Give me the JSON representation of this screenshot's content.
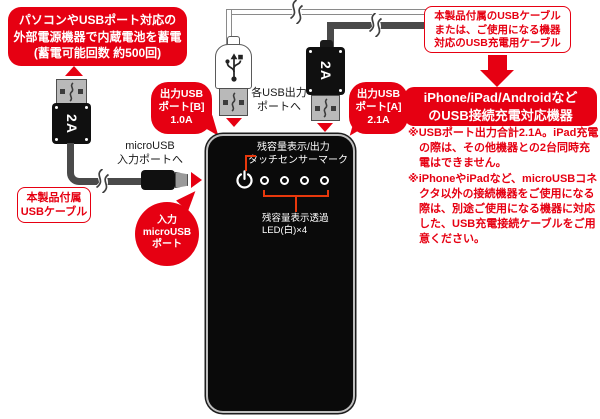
{
  "palette": {
    "red": "#e60012",
    "bracket_red": "#e8380c",
    "cable_gray": "#4a4a4a",
    "device_black": "#0a0a0a"
  },
  "charge_bubble": {
    "lines": [
      "パソコンやUSBポート対応の",
      "外部電源機器で内蔵電池を蓄電",
      "(蓄電可能回数 約500回)"
    ]
  },
  "plugs": {
    "amp_label": "2A"
  },
  "labels": {
    "included_cable": [
      "本製品付属",
      "USBケーブル"
    ],
    "microusb_to": [
      "microUSB",
      "入力ポートへ"
    ],
    "each_usb_to": [
      "各USB出力",
      "ポートへ"
    ]
  },
  "bubbles": {
    "port_b": [
      "出力USB",
      "ポート[B]",
      "1.0A"
    ],
    "port_a": [
      "出力USB",
      "ポート[A]",
      "2.1A"
    ],
    "input_micro": [
      "入力",
      "microUSB",
      "ポート"
    ]
  },
  "device": {
    "sensor_label": [
      "残容量表示/出力",
      "タッチセンサーマーク"
    ],
    "led_label": [
      "残容量表示透過",
      "LED(白)×4"
    ],
    "led_count": 4
  },
  "right_column": {
    "cable_note": [
      "本製品付属のUSBケーブル",
      "または、ご使用になる機器",
      "対応のUSB充電用ケーブル"
    ],
    "target_devices": [
      "iPhone/iPad/Androidなど",
      "のUSB接続充電対応機器"
    ],
    "notes": [
      "※USBポート出力合計2.1A。iPad充電の際は、その他機器との2台同時充電はできません。",
      "※iPhoneやiPadなど、microUSBコネクタ以外の接続機器をご使用になる際は、別途ご使用になる機器に対応した、USB充電接続ケーブルをご用意ください。"
    ]
  },
  "icons": {
    "power_icon": "power-symbol",
    "usb_icon": "usb-trident",
    "break_mark": "cable-break-squiggle"
  }
}
